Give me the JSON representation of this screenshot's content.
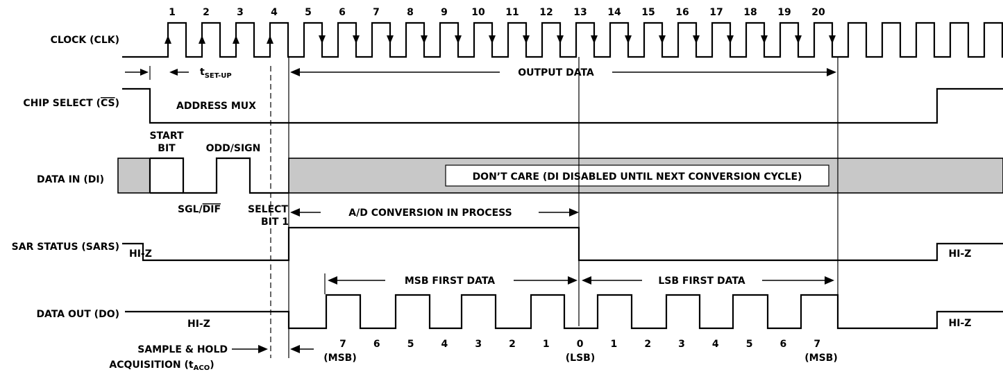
{
  "signals": {
    "clock": "CLOCK (CLK)",
    "chip_select_prefix": "CHIP SELECT (",
    "chip_select_bar": "CS",
    "chip_select_suffix": ")",
    "data_in": "DATA IN (DI)",
    "sar_status": "SAR STATUS (SARS)",
    "data_out": "DATA OUT (DO)"
  },
  "clock_numbers": [
    "1",
    "2",
    "3",
    "4",
    "5",
    "6",
    "7",
    "8",
    "9",
    "10",
    "11",
    "12",
    "13",
    "14",
    "15",
    "16",
    "17",
    "18",
    "19",
    "20"
  ],
  "annotations": {
    "t_setup_main": "t",
    "t_setup_sub": "SET-UP",
    "output_data": "OUTPUT DATA",
    "address_mux": "ADDRESS MUX",
    "start_bit_1": "START",
    "start_bit_2": "BIT",
    "odd_sign": "ODD/SIGN",
    "sgl_prefix": "SGL/",
    "sgl_bar": "DIF",
    "select_1": "SELECT",
    "select_2": "BIT 1",
    "dont_care": "DON’T CARE (DI DISABLED UNTIL NEXT CONVERSION CYCLE)",
    "ad_conversion": "A/D CONVERSION IN PROCESS",
    "hiz_sars_left": "HI-Z",
    "hiz_sars_right": "HI-Z",
    "msb_first": "MSB FIRST DATA",
    "lsb_first": "LSB FIRST DATA",
    "hiz_do_left": "HI-Z",
    "hiz_do_right": "HI-Z",
    "sample_hold_1": "SAMPLE & HOLD",
    "sample_hold_2": "ACQUISITION (t",
    "sample_hold_sub": "ACO",
    "sample_hold_end": ")",
    "msb_label": "(MSB)",
    "lsb_label": "(LSB)",
    "msb_label_2": "(MSB)"
  },
  "bit_numbers": [
    "7",
    "6",
    "5",
    "4",
    "3",
    "2",
    "1",
    "0",
    "1",
    "2",
    "3",
    "4",
    "5",
    "6",
    "7"
  ]
}
